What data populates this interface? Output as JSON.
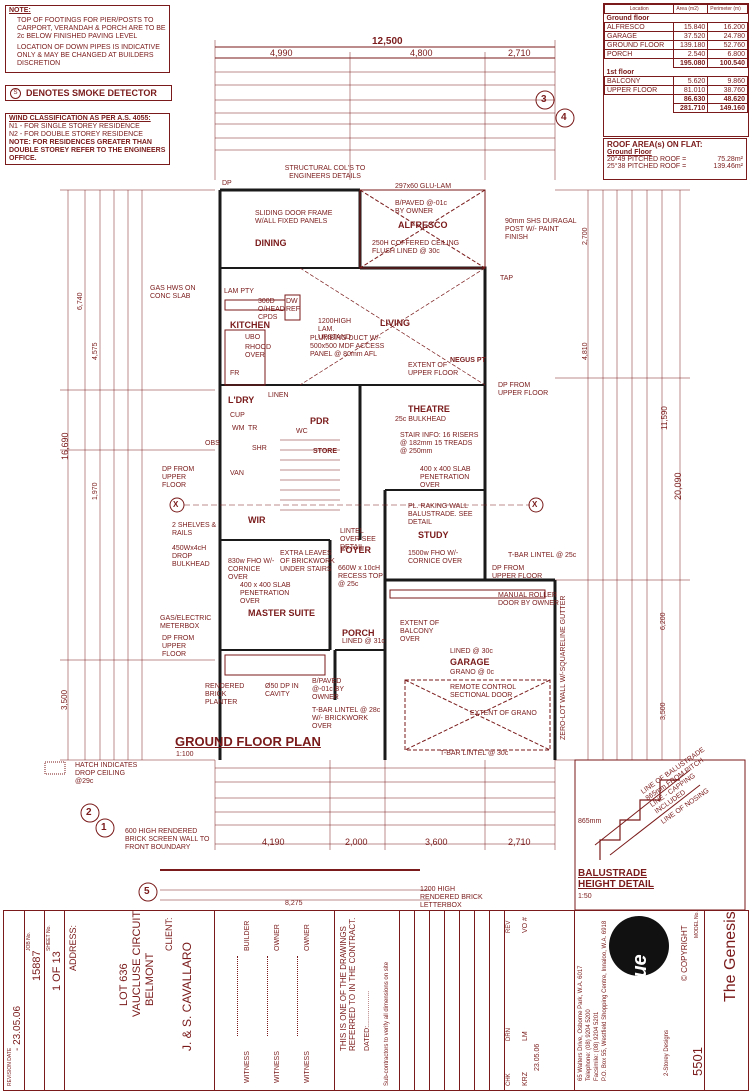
{
  "notes": {
    "title": "NOTE:",
    "items": [
      "TOP OF FOOTINGS FOR PIER/POSTS TO CARPORT, VERANDAH & PORCH ARE TO BE 2c BELOW FINISHED PAVING LEVEL",
      "LOCATION OF DOWN PIPES IS INDICATIVE ONLY & MAY BE CHANGED AT BUILDERS DISCRETION"
    ]
  },
  "smoke": {
    "symbol": "S",
    "label": "DENOTES SMOKE DETECTOR"
  },
  "wind": {
    "title": "WIND CLASSIFICATION AS PER A.S. 4055:",
    "lines": [
      "N1 - FOR SINGLE STOREY RESIDENCE",
      "N2 - FOR DOUBLE STOREY RESIDENCE"
    ],
    "note": "NOTE: FOR RESIDENCES GREATER THAN DOUBLE STOREY REFER TO THE ENGINEERS OFFICE."
  },
  "area_table": {
    "headers": [
      "Location",
      "Area (m2)",
      "Perimeter (m)"
    ],
    "ground_title": "Ground floor",
    "ground": [
      [
        "ALFRESCO",
        "15.840",
        "16.200"
      ],
      [
        "GARAGE",
        "37.520",
        "24.780"
      ],
      [
        "GROUND FLOOR",
        "139.180",
        "52.760"
      ],
      [
        "PORCH",
        "2.540",
        "6.800"
      ]
    ],
    "ground_total": [
      "195.080",
      "100.540"
    ],
    "first_title": "1st floor",
    "first": [
      [
        "BALCONY",
        "5.620",
        "9.860"
      ],
      [
        "UPPER FLOOR",
        "81.010",
        "38.760"
      ]
    ],
    "first_total": [
      "86.630",
      "48.620"
    ],
    "grand_total": [
      "281.710",
      "149.160"
    ]
  },
  "roof": {
    "title": "ROOF AREA(s) ON FLAT:",
    "sub": "Ground Floor",
    "rows": [
      [
        "20°49 PITCHED ROOF =",
        "75.28m²"
      ],
      [
        "25°38 PITCHED ROOF =",
        "139.46m²"
      ]
    ]
  },
  "plan": {
    "title": "GROUND FLOOR PLAN",
    "scale": "1:100",
    "rooms": {
      "dining": "DINING",
      "alfresco": "ALFRESCO",
      "kitchen": "KITCHEN",
      "living": "LIVING",
      "ldry": "L'DRY",
      "pdr": "PDR",
      "theatre": "THEATRE",
      "wir": "WIR",
      "foyer": "FOYER",
      "study": "STUDY",
      "master": "MASTER SUITE",
      "porch": "PORCH",
      "garage": "GARAGE",
      "store": "STORE"
    },
    "top_dims": [
      "12,500",
      "4,990",
      "4,800",
      "2,710"
    ],
    "bottom_dims": [
      "4,190",
      "2,000",
      "3,600",
      "2,710",
      "8,275"
    ],
    "left_dims": [
      "16,690",
      "6,740",
      "4,575",
      "3,500",
      "1,970"
    ],
    "right_dims": [
      "20,090",
      "11,590",
      "2,700",
      "4,810",
      "6,200",
      "3,500"
    ],
    "notes": {
      "structural": "STRUCTURAL COL'S TO ENGINEERS DETAILS",
      "gasHws": "GAS HWS ON CONC SLAB",
      "sliding": "SLIDING DOOR FRAME W/ALL FIXED PANELS",
      "cofferd": "250H COFFERED CEILING FLUSH LINED @ 30c",
      "bpaved": "B/PAVED @-01c BY OWNER",
      "glulam": "297x60 GLU-LAM",
      "post": "90mm SHS DURAGAL POST W/- PAINT FINISH",
      "upstand": "1200HIGH LAM. UPSTAND",
      "plumbing": "PLUMBING DUCT W/- 500x500 MDF ACCESS PANEL @ 80mm AFL",
      "extentUpper": "EXTENT OF UPPER FLOOR",
      "negus": "NEGUS PT",
      "bulkhead": "25c BULKHEAD",
      "stair": "STAIR INFO: 16 RISERS @ 182mm 15 TREADS @ 250mm",
      "slab": "400 x 400 SLAB PENETRATION OVER",
      "raking": "PL. RAKING WALL BALUSTRADE. SEE DETAIL",
      "lintel": "LINTEL OVER SEE DETAIL",
      "fhw1500": "1500w FHO W/- CORNICE OVER",
      "shelves": "2 SHELVES & RAILS",
      "drop": "450Wx4cH DROP BULKHEAD",
      "fhw830": "830w FHO W/- CORNICE OVER",
      "extraLeaves": "EXTRA LEAVES OF BRICKWORK UNDER STAIRS",
      "recess": "660W x 10cH RECESS TOP @ 25c",
      "tbar25": "T-BAR LINTEL @ 25c",
      "dpUpper": "DP FROM UPPER FLOOR",
      "roller": "MANUAL ROLLER DOOR BY OWNER",
      "meter": "GAS/ELECTRIC METERBOX",
      "balcony": "EXTENT OF BALCONY OVER",
      "porchLined": "LINED @ 31c",
      "garageLined": "LINED @ 30c",
      "granolith": "GRANO @ 0c",
      "sectional": "REMOTE CONTROL SECTIONAL DOOR",
      "extentGrano": "EXTENT OF GRANO",
      "tbar28": "T-BAR LINTEL @ 28c W/- BRICKWORK OVER",
      "tbar30": "T-BAR LINTEL @ 30c",
      "planter": "RENDERED BRICK PLANTER",
      "dp50": "Ø50 DP IN CAVITY",
      "bpaved2": "B/PAVED @-01c BY OWNER",
      "gutter": "ZERO-LOT WALL W/-SQUARELINE GUTTER",
      "hatch": "HATCH INDICATES DROP CEILING @29c",
      "screen": "600 HIGH RENDERED BRICK SCREEN WALL TO FRONT BOUNDARY",
      "letterbox": "1200 HIGH RENDERED BRICK LETTERBOX"
    },
    "labels": [
      "LAM PTY",
      "300D O/HEAD CPDS",
      "DW REF",
      "UBO",
      "RHOOD OVER",
      "FR",
      "CUP",
      "WM",
      "TR",
      "OBS",
      "WC",
      "SHR",
      "VAN",
      "LINEN",
      "TAP",
      "DP"
    ]
  },
  "balustrade": {
    "notes": [
      "LINE OF BALUSTRADE 865mm FROM PITCH LINE - CAPPING INCLUDED",
      "LINE OF NOSING"
    ],
    "dim": "865mm",
    "title": "BALUSTRADE HEIGHT DETAIL",
    "scale": "1:50"
  },
  "markers": {
    "section": "X",
    "a": "3",
    "b": "4",
    "c": "2",
    "d": "1",
    "e": "5"
  },
  "title_block": {
    "client_label": "CLIENT:",
    "client": "J. & S. CAVALLARO",
    "address_label": "ADDRESS:",
    "address": [
      "LOT 636",
      "VAUCLUSE CIRCUIT",
      "BELMONT"
    ],
    "sheet_label": "SHEET No.",
    "sheet": "1 OF 13",
    "job_label": "JOB No.",
    "job": "15887",
    "revision_label": "REVISION DATE",
    "revision": "- 23.05.06",
    "contract": "THIS IS ONE OF THE DRAWINGS REFERRED TO IN THE CONTRACT.",
    "dated": "DATED:..................",
    "sub": "Sub-contractors to verify all dimensions on site",
    "signatures": [
      "OWNER",
      "WITNESS",
      "OWNER",
      "WITNESS",
      "BUILDER",
      "WITNESS"
    ],
    "rev_header": [
      "REV",
      "DRN",
      "CHK"
    ],
    "rev_row": [
      "VO #",
      "LM",
      "23.05.06",
      "KRZ"
    ],
    "company": "invogue",
    "company_sub": "2-Storey Designs",
    "company_addr": [
      "65 Walters Drive, Osborne Park, W.A. 6017",
      "Telephone: (08) 9204 5200",
      "Facsimile: (08) 9204 5201",
      "P.O. Box 55, Westfield Shopping Centre, Innaloo, W.A. 6918"
    ],
    "copyright": "© COPYRIGHT",
    "model_label": "MODEL No.",
    "model": "5501",
    "design": "The Genesis"
  }
}
